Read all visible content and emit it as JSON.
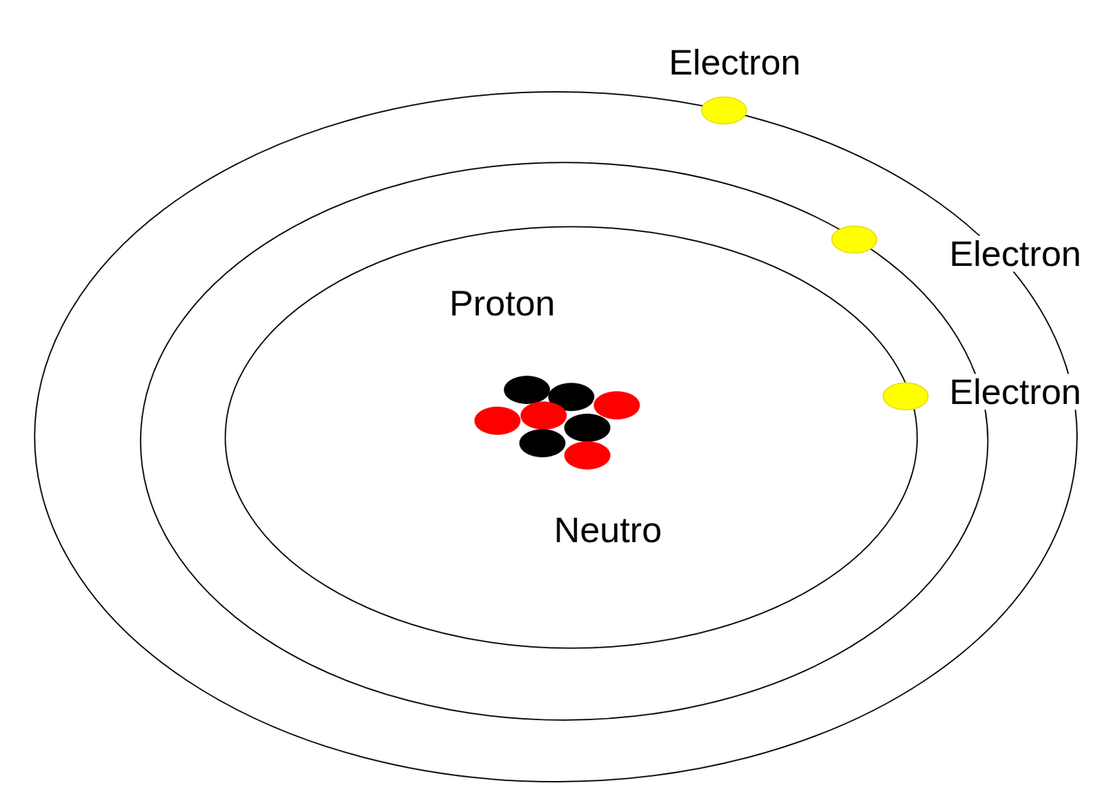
{
  "diagram": {
    "labels": [
      "Electron",
      "Electron",
      "Proton",
      "Electron",
      "Neutro"
    ]
  }
}
